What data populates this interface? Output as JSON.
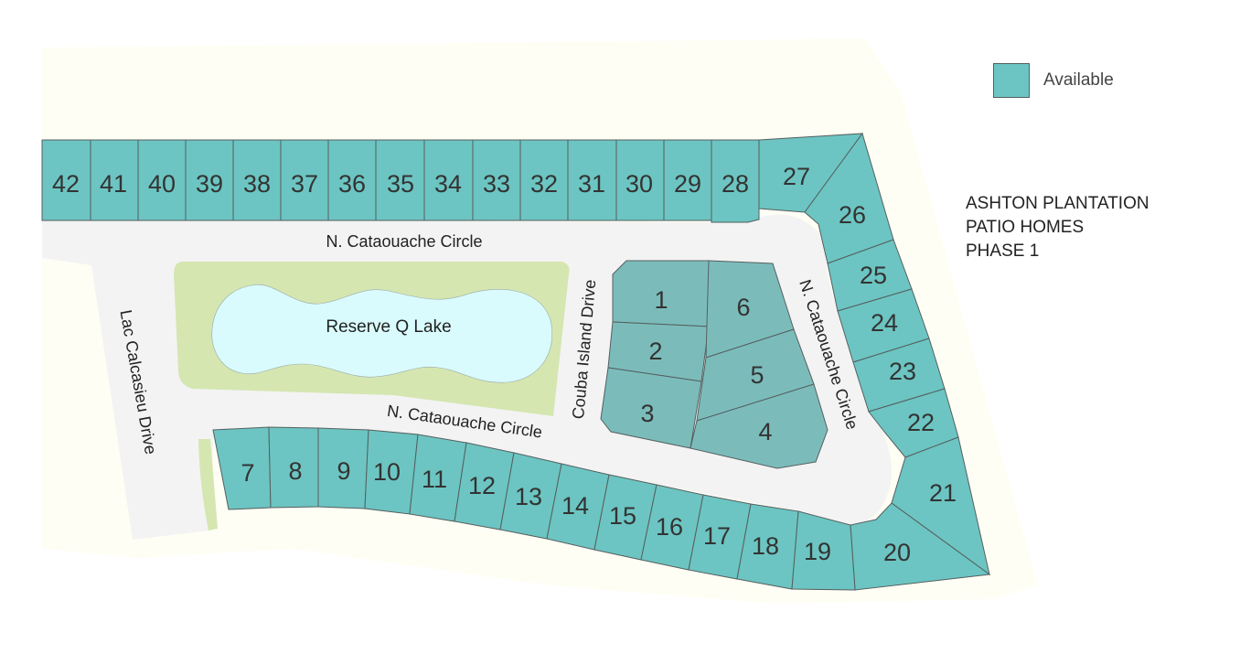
{
  "legend": {
    "label": "Available",
    "color": "#6cc5c2"
  },
  "title": {
    "line1": "ASHTON PLANTATION",
    "line2": "PATIO HOMES",
    "line3": "PHASE 1"
  },
  "streets": {
    "north_circle_top": "N. Cataouache Circle",
    "north_circle_lower": "N. Cataouache Circle",
    "north_circle_east": "N. Cataouache Circle",
    "lac_calcasieu": "Lac Calcasieu Drive",
    "couba_island": "Couba Island Drive"
  },
  "lake": {
    "name": "Reserve Q Lake"
  },
  "lots": {
    "top_row": [
      "42",
      "41",
      "40",
      "39",
      "38",
      "37",
      "36",
      "35",
      "34",
      "33",
      "32",
      "31",
      "30",
      "29",
      "28"
    ],
    "east": [
      "27",
      "26",
      "25",
      "24",
      "23",
      "22",
      "21",
      "20"
    ],
    "bottom_row": [
      "7",
      "8",
      "9",
      "10",
      "11",
      "12",
      "13",
      "14",
      "15",
      "16",
      "17",
      "18",
      "19"
    ],
    "interior": [
      "1",
      "2",
      "3",
      "4",
      "5",
      "6"
    ]
  },
  "colors": {
    "lot": "#6cc5c2",
    "interior_lot": "#7bbcbb",
    "road": "#f4f4f4",
    "lake": "#d9fbfd",
    "green": "#d5e6b1",
    "background": "#fffef5"
  }
}
